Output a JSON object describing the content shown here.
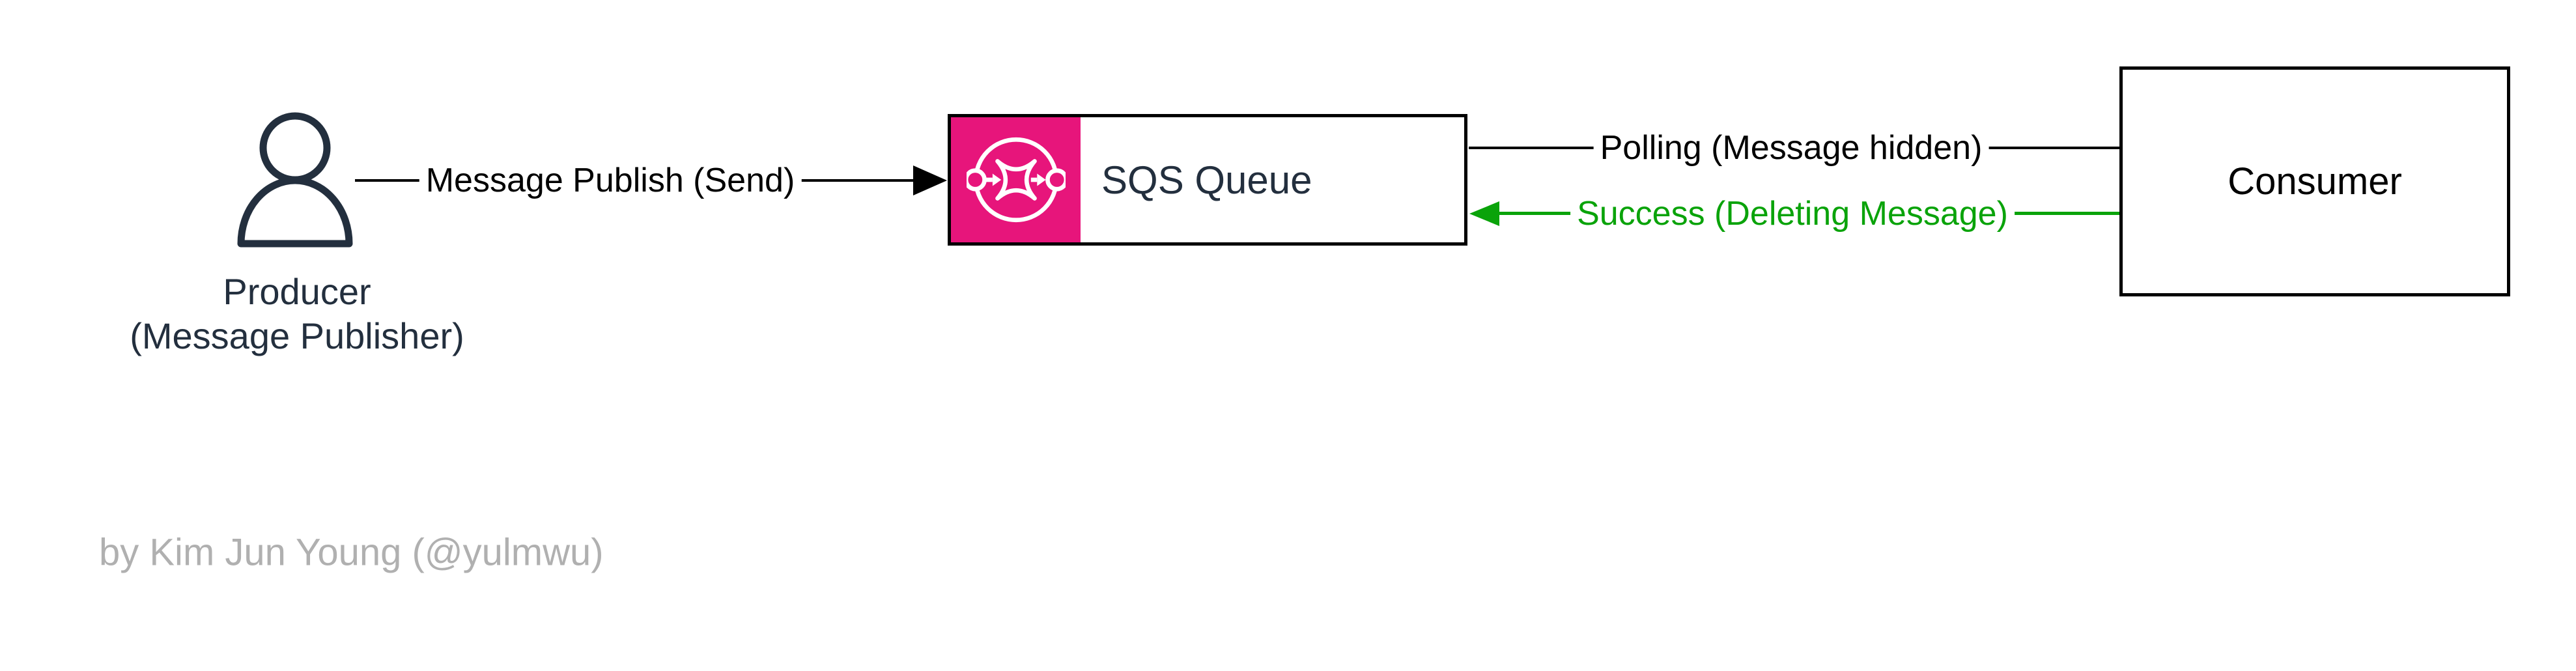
{
  "diagram": {
    "producer": {
      "label_line1": "Producer",
      "label_line2": "(Message Publisher)"
    },
    "sqs": {
      "label": "SQS Queue"
    },
    "consumer": {
      "label": "Consumer"
    },
    "edges": {
      "publish": {
        "label": "Message Publish (Send)"
      },
      "polling": {
        "label": "Polling (Message hidden)"
      },
      "success": {
        "label": "Success (Deleting Message)"
      }
    },
    "attribution": "by Kim Jun Young (@yulmwu)"
  },
  "colors": {
    "pink": "#E7157B",
    "green": "#0AA30A",
    "ink": "#232F3E",
    "gray": "#B0B0B0",
    "line": "#000000"
  }
}
